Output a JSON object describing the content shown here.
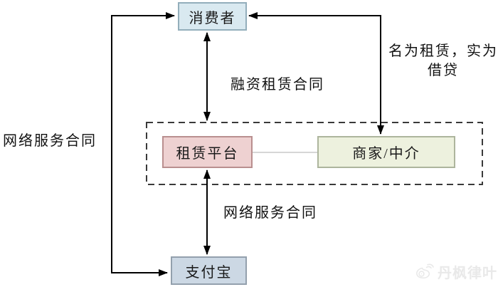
{
  "diagram": {
    "nodes": {
      "consumer": {
        "label": "消费者",
        "fill": "#d9e9f0",
        "border_color": "#93aebb"
      },
      "platform": {
        "label": "租赁平台",
        "fill": "#eed1d1",
        "border_color": "#b98f8f"
      },
      "merchant": {
        "label": "商家/中介",
        "fill": "#edf1de",
        "border_color": "#adb59d"
      },
      "alipay": {
        "label": "支付宝",
        "fill": "#ccd8e4",
        "border_color": "#93a0ad"
      }
    },
    "edge_labels": {
      "finance_lease_contract": "融资租赁合同",
      "network_service_contract_left": "网络服务合同",
      "network_service_contract_bottom": "网络服务合同",
      "disguised_lease_line1": "名为租赁，实为",
      "disguised_lease_line2": "借贷"
    },
    "colors": {
      "arrow": "#000000",
      "dashed_group_border": "#3a3a3a",
      "platform_merchant_connector": "#c9c9c9"
    },
    "watermark": {
      "text": "丹枫律叶",
      "color": "#e9e9e9"
    }
  }
}
